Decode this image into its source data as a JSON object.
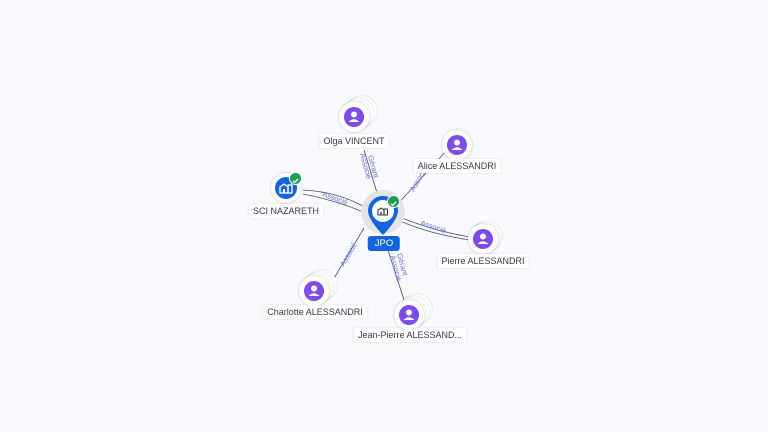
{
  "graph": {
    "center": {
      "name": "JPO",
      "type": "company",
      "icon": "building-icon",
      "verified": true,
      "accent": "#1463e0"
    },
    "nodes": [
      {
        "id": "olga",
        "name": "Olga VINCENT",
        "type": "person",
        "icon": "person-icon"
      },
      {
        "id": "alice",
        "name": "Alice ALESSANDRI",
        "type": "person",
        "icon": "person-icon"
      },
      {
        "id": "sci",
        "name": "SCI NAZARETH",
        "type": "company",
        "icon": "building-icon",
        "verified": true
      },
      {
        "id": "pierre",
        "name": "Pierre ALESSANDRI",
        "type": "person",
        "icon": "person-icon"
      },
      {
        "id": "charlotte",
        "name": "Charlotte ALESSANDRI",
        "type": "person",
        "icon": "person-icon"
      },
      {
        "id": "jeanpierre",
        "name": "Jean-Pierre ALESSAND...",
        "type": "person",
        "icon": "person-icon"
      }
    ],
    "edges": [
      {
        "from": "olga",
        "to": "center",
        "labels": [
          "Gérant",
          "Associé"
        ]
      },
      {
        "from": "alice",
        "to": "center",
        "labels": [
          "Associé"
        ]
      },
      {
        "from": "sci",
        "to": "center",
        "labels": [
          "Associé"
        ]
      },
      {
        "from": "pierre",
        "to": "center",
        "labels": [
          "Associé"
        ]
      },
      {
        "from": "charlotte",
        "to": "center",
        "labels": [
          "Associé"
        ]
      },
      {
        "from": "jeanpierre",
        "to": "center",
        "labels": [
          "Gérant",
          "Associé"
        ]
      }
    ],
    "colors": {
      "person": "#7c4be8",
      "company": "#1463e0",
      "verified": "#1f9d55",
      "edge_label": "#6b6fe0",
      "edge_line": "#4a5060"
    }
  }
}
